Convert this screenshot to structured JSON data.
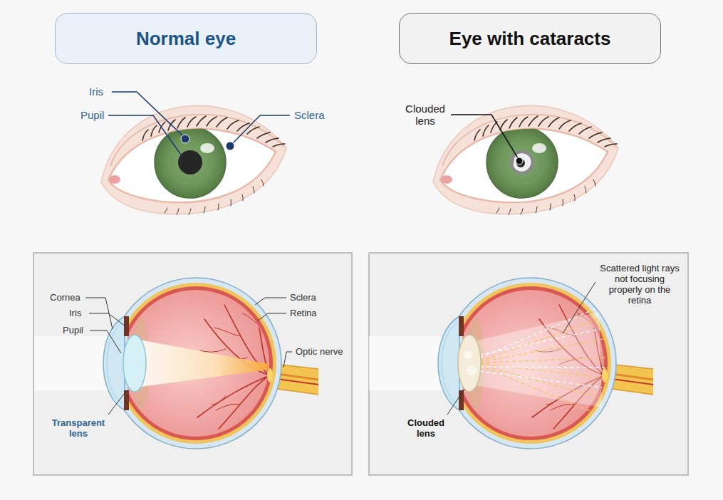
{
  "diagram": {
    "nodes": [
      {
        "text": [
          "Normal eye"
        ]
      },
      {
        "text": [
          "Eye with cataracts"
        ]
      }
    ],
    "labels": [
      "Iris",
      "Pupil",
      "Sclera",
      "Clouded lens",
      "Cornea",
      "Iris",
      "Pupil",
      "Sclera",
      "Retina",
      "Optic nerve",
      "Transparent lens",
      "Scattered light rays not focusing properly on the retina",
      "Clouded lens"
    ]
  }
}
